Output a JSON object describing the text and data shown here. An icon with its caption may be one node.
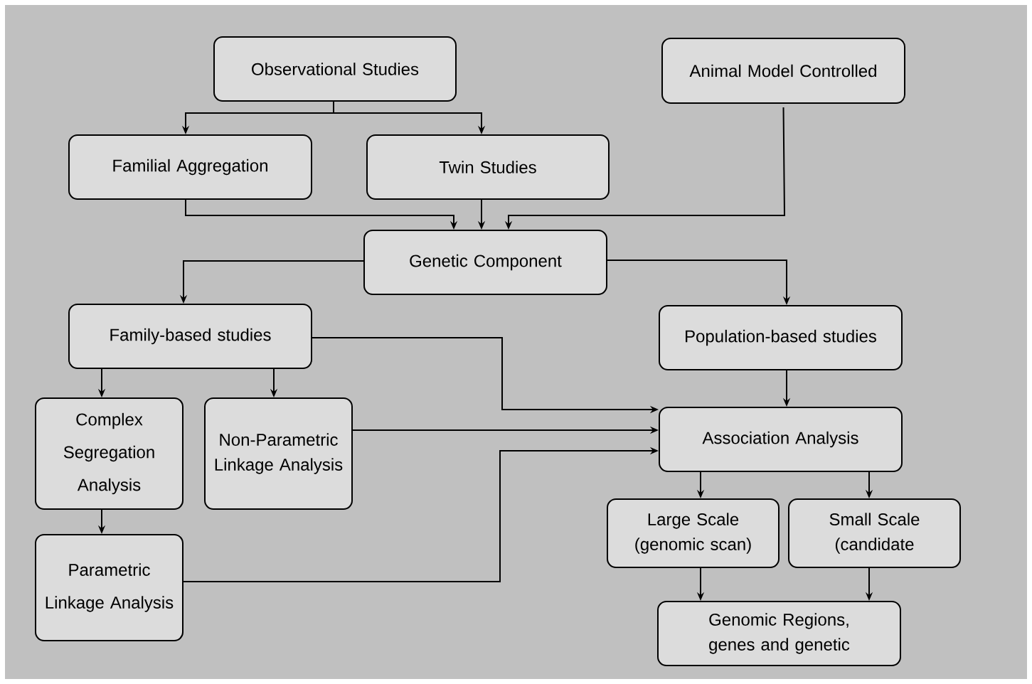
{
  "diagram": {
    "nodes": [
      {
        "text": [
          "Observational Studies"
        ]
      },
      {
        "text": [
          "Animal Model Controlled"
        ]
      },
      {
        "text": [
          "Familial Aggregation"
        ]
      },
      {
        "text": [
          "Twin Studies"
        ]
      },
      {
        "text": [
          "Genetic Component"
        ]
      },
      {
        "text": [
          "Family-based studies"
        ]
      },
      {
        "text": [
          "Population-based studies"
        ]
      },
      {
        "text": [
          "Complex Segregation Analysis"
        ]
      },
      {
        "text": [
          "Non-Parametric Linkage Analysis"
        ]
      },
      {
        "text": [
          "Association Analysis"
        ]
      },
      {
        "text": [
          "Parametric Linkage Analysis"
        ]
      },
      {
        "text": [
          "Large Scale (genomic scan)"
        ]
      },
      {
        "text": [
          "Small Scale (candidate"
        ]
      },
      {
        "text": [
          "Genomic Regions, genes and genetic"
        ]
      }
    ],
    "edges": [
      {
        "from": 0,
        "to": 2,
        "arrow": "to"
      },
      {
        "from": 0,
        "to": 3,
        "arrow": "to"
      },
      {
        "from": 2,
        "to": 4,
        "arrow": "to"
      },
      {
        "from": 3,
        "to": 4,
        "arrow": "to"
      },
      {
        "from": 1,
        "to": 4,
        "arrow": "to"
      },
      {
        "from": 4,
        "to": 5,
        "arrow": "to"
      },
      {
        "from": 4,
        "to": 6,
        "arrow": "to"
      },
      {
        "from": 5,
        "to": 7,
        "arrow": "to"
      },
      {
        "from": 5,
        "to": 8,
        "arrow": "to"
      },
      {
        "from": 5,
        "to": 9,
        "arrow": "to"
      },
      {
        "from": 8,
        "to": 9,
        "arrow": "to"
      },
      {
        "from": 10,
        "to": 9,
        "arrow": "to"
      },
      {
        "from": 7,
        "to": 10,
        "arrow": "to"
      },
      {
        "from": 6,
        "to": 9,
        "arrow": "to"
      },
      {
        "from": 9,
        "to": 11,
        "arrow": "to"
      },
      {
        "from": 9,
        "to": 12,
        "arrow": "to"
      },
      {
        "from": 11,
        "to": 13,
        "arrow": "to"
      },
      {
        "from": 12,
        "to": 13,
        "arrow": "to"
      }
    ]
  }
}
